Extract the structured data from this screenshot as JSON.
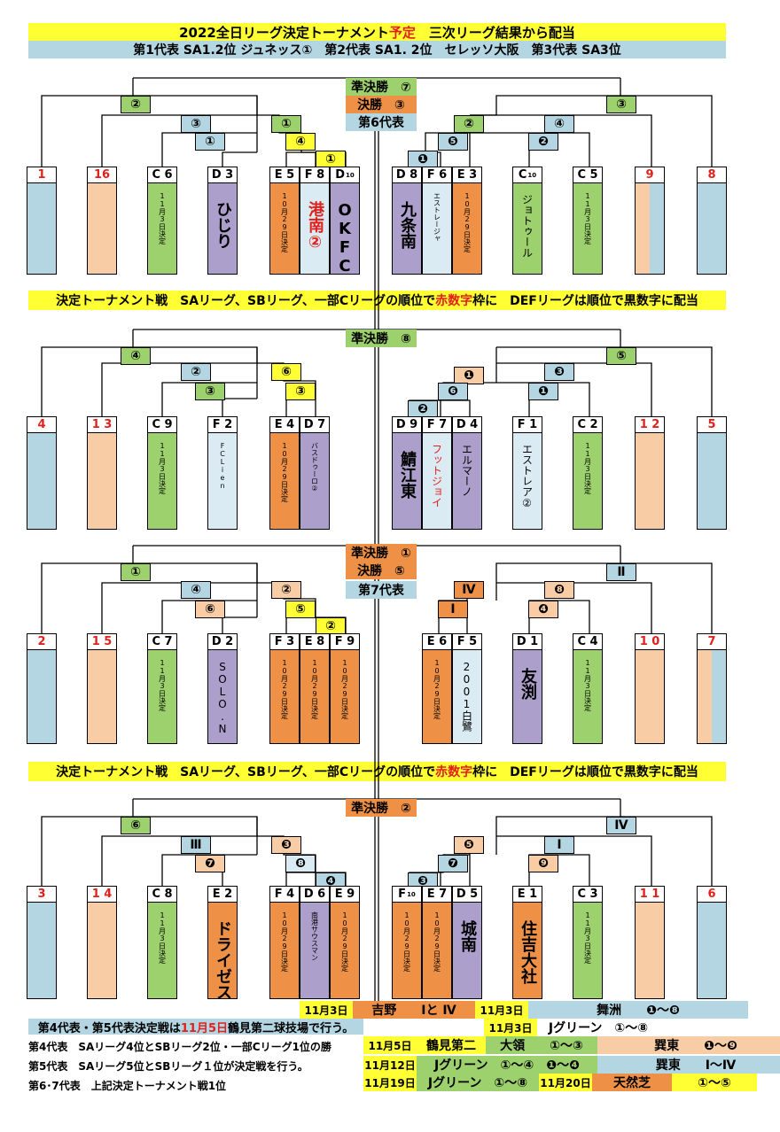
{
  "title": {
    "pre": "2022全日リーグ決定トーナメント",
    "red": "予定",
    "post": "　三次リーグ結果から配当"
  },
  "subtitle": "第1代表 SA1.2位 ジュネッス①　第2代表 SA1. 2位　セレッソ大阪　第3代表 SA3位",
  "notice": {
    "pre": "決定トーナメント戦　SAリーグ、SBリーグ、一部Cリーグの順位で",
    "red": "赤数字",
    "post": "枠に　DEFリーグは順位で黒数字に配当"
  },
  "colors": {
    "yellow": "#ffff33",
    "lightblue": "#b3d6e2",
    "green": "#9cd16d",
    "peach": "#f8cda6",
    "orange": "#ee9146",
    "purple": "#ac9fcb",
    "paleblue": "#dbebf3",
    "red": "#e0201b"
  },
  "sections": [
    {
      "center": [
        {
          "text": "準決勝　⑦",
          "color": "#9cd16d"
        },
        {
          "text": "決勝　③",
          "color": "#ee9146"
        },
        {
          "text": "第6代表",
          "color": "#b3d6e2"
        }
      ],
      "labels": [
        {
          "t": "②",
          "c": "#9cd16d"
        },
        {
          "t": "③",
          "c": "#b3d6e2"
        },
        {
          "t": "①",
          "c": "#b3d6e2"
        },
        {
          "t": "①",
          "c": "#9cd16d"
        },
        {
          "t": "④",
          "c": "#ffff33"
        },
        {
          "t": "①",
          "c": "#ffff33"
        },
        {
          "t": "③",
          "c": "#9cd16d"
        },
        {
          "t": "④",
          "c": "#b3d6e2"
        },
        {
          "t": "②",
          "c": "#9cd16d"
        },
        {
          "t": "❺",
          "c": "#b3d6e2"
        },
        {
          "t": "❷",
          "c": "#b3d6e2"
        },
        {
          "t": "❶",
          "c": "#b3d6e2"
        }
      ],
      "slots": [
        {
          "h": "1",
          "red": true,
          "c": "#b3d6e2",
          "b": ""
        },
        {
          "h": "16",
          "red": true,
          "c": "#f8cda6",
          "b": ""
        },
        {
          "h": "C 6",
          "c": "#9cd16d",
          "b": "11月3日決定",
          "s": "sm"
        },
        {
          "h": "D 3",
          "c": "#ac9fcb",
          "b": "ひじり",
          "s": "lg"
        },
        {
          "h": "E 5",
          "c": "#ee9146",
          "b": "10月29日決定",
          "s": "sm"
        },
        {
          "h": "F 8",
          "c": "#dbebf3",
          "b": "港南②",
          "s": "lg",
          "red": false,
          "bred": true
        },
        {
          "h": "D",
          "sub": "10",
          "c": "#ac9fcb",
          "b": "OKFC",
          "s": "lg"
        },
        {
          "h": "D 8",
          "c": "#ac9fcb",
          "b": "九条南",
          "s": "lg"
        },
        {
          "h": "F 6",
          "c": "#dbebf3",
          "b": "エストレージャ",
          "s": "sm"
        },
        {
          "h": "E 3",
          "c": "#ee9146",
          "b": "10月29日決定",
          "s": "sm"
        },
        {
          "h": "C",
          "sub": "10",
          "c": "#9cd16d",
          "b": "ジョトゥール",
          "s": "md"
        },
        {
          "h": "C 5",
          "c": "#9cd16d",
          "b": "11月3日決定",
          "s": "sm"
        },
        {
          "h": "9",
          "red": true,
          "c": "split",
          "b": ""
        },
        {
          "h": "8",
          "red": true,
          "c": "#b3d6e2",
          "b": ""
        }
      ]
    },
    {
      "center": [
        {
          "text": "準決勝　⑧",
          "color": "#9cd16d"
        }
      ],
      "labels": [
        {
          "t": "④",
          "c": "#9cd16d"
        },
        {
          "t": "②",
          "c": "#b3d6e2"
        },
        {
          "t": "③",
          "c": "#9cd16d"
        },
        {
          "t": "⑥",
          "c": "#ffff33"
        },
        {
          "t": "③",
          "c": "#ffff33"
        },
        {
          "t": "⑤",
          "c": "#9cd16d"
        },
        {
          "t": "❸",
          "c": "#b3d6e2"
        },
        {
          "t": "❶",
          "c": "#f8cda6"
        },
        {
          "t": "❻",
          "c": "#b3d6e2"
        },
        {
          "t": "❶",
          "c": "#b3d6e2"
        },
        {
          "t": "❷",
          "c": "#b3d6e2"
        }
      ],
      "slots": [
        {
          "h": "4",
          "red": true,
          "c": "#b3d6e2",
          "b": ""
        },
        {
          "h": "1 3",
          "red": true,
          "c": "#f8cda6",
          "b": ""
        },
        {
          "h": "C 9",
          "c": "#9cd16d",
          "b": "11月3日決定",
          "s": "sm"
        },
        {
          "h": "F 2",
          "c": "#dbebf3",
          "b": "FCLien",
          "s": "sm"
        },
        {
          "h": "E 4",
          "c": "#ee9146",
          "b": "10月29日決定",
          "s": "sm"
        },
        {
          "h": "D 7",
          "c": "#ac9fcb",
          "b": "バスドゥーロ②",
          "s": "sm"
        },
        {
          "h": "D 9",
          "c": "#ac9fcb",
          "b": "鯖江東",
          "s": "lg"
        },
        {
          "h": "F 7",
          "c": "#dbebf3",
          "b": "フットジョイ",
          "s": "md",
          "bred": true
        },
        {
          "h": "D 4",
          "c": "#ac9fcb",
          "b": "エルマーノ",
          "s": "md"
        },
        {
          "h": "F 1",
          "c": "#dbebf3",
          "b": "エストレア②",
          "s": "md"
        },
        {
          "h": "C 2",
          "c": "#9cd16d",
          "b": "11月3日決定",
          "s": "sm"
        },
        {
          "h": "1 2",
          "red": true,
          "c": "#f8cda6",
          "b": ""
        },
        {
          "h": "5",
          "red": true,
          "c": "#b3d6e2",
          "b": ""
        }
      ]
    },
    {
      "center": [
        {
          "text": "準決勝　①",
          "color": "#ee9146"
        },
        {
          "text": "決勝　⑤",
          "color": "#ee9146"
        },
        {
          "text": "第7代表",
          "color": "#b3d6e2"
        }
      ],
      "labels": [
        {
          "t": "①",
          "c": "#9cd16d"
        },
        {
          "t": "④",
          "c": "#b3d6e2"
        },
        {
          "t": "⑥",
          "c": "#f8cda6"
        },
        {
          "t": "②",
          "c": "#f8cda6"
        },
        {
          "t": "⑤",
          "c": "#ffff33"
        },
        {
          "t": "②",
          "c": "#ffff33"
        },
        {
          "t": "Ⅱ",
          "c": "#b3d6e2"
        },
        {
          "t": "❽",
          "c": "#f8cda6"
        },
        {
          "t": "Ⅳ",
          "c": "#ee9146"
        },
        {
          "t": "❹",
          "c": "#f8cda6"
        },
        {
          "t": "Ⅰ",
          "c": "#ee9146"
        }
      ],
      "slots": [
        {
          "h": "2",
          "red": true,
          "c": "#b3d6e2",
          "b": ""
        },
        {
          "h": "1 5",
          "red": true,
          "c": "#f8cda6",
          "b": ""
        },
        {
          "h": "C 7",
          "c": "#9cd16d",
          "b": "11月3日決定",
          "s": "sm"
        },
        {
          "h": "D 2",
          "c": "#ac9fcb",
          "b": "SOLO.N",
          "s": "md"
        },
        {
          "h": "F 3",
          "c": "#ee9146",
          "b": "10月29日決定",
          "s": "sm"
        },
        {
          "h": "E 8",
          "c": "#ee9146",
          "b": "10月29日決定",
          "s": "sm"
        },
        {
          "h": "F 9",
          "c": "#ee9146",
          "b": "10月29日決定",
          "s": "sm"
        },
        {
          "h": "E 6",
          "c": "#ee9146",
          "b": "10月29日決定",
          "s": "sm"
        },
        {
          "h": "F 5",
          "c": "#dbebf3",
          "b": "2001白鷺",
          "s": "md"
        },
        {
          "h": "D 1",
          "c": "#ac9fcb",
          "b": "友渕",
          "s": "lg"
        },
        {
          "h": "C 4",
          "c": "#9cd16d",
          "b": "11月3日決定",
          "s": "sm"
        },
        {
          "h": "1 0",
          "red": true,
          "c": "#f8cda6",
          "b": ""
        },
        {
          "h": "7",
          "red": true,
          "c": "split",
          "b": ""
        }
      ]
    },
    {
      "center": [
        {
          "text": "準決勝　②",
          "color": "#ee9146"
        }
      ],
      "labels": [
        {
          "t": "⑥",
          "c": "#9cd16d"
        },
        {
          "t": "Ⅲ",
          "c": "#b3d6e2"
        },
        {
          "t": "❼",
          "c": "#f8cda6"
        },
        {
          "t": "❸",
          "c": "#f8cda6"
        },
        {
          "t": "❽",
          "c": "#dbebf3"
        },
        {
          "t": "❹",
          "c": "#b3d6e2"
        },
        {
          "t": "Ⅳ",
          "c": "#b3d6e2"
        },
        {
          "t": "Ⅰ",
          "c": "#b3d6e2"
        },
        {
          "t": "❺",
          "c": "#f8cda6"
        },
        {
          "t": "❼",
          "c": "#b3d6e2"
        },
        {
          "t": "❾",
          "c": "#f8cda6"
        },
        {
          "t": "❸",
          "c": "#b3d6e2"
        }
      ],
      "slots": [
        {
          "h": "3",
          "red": true,
          "c": "#b3d6e2",
          "b": ""
        },
        {
          "h": "1 4",
          "red": true,
          "c": "#f8cda6",
          "b": ""
        },
        {
          "h": "C 8",
          "c": "#9cd16d",
          "b": "11月3日決定",
          "s": "sm"
        },
        {
          "h": "E 2",
          "c": "#ee9146",
          "b": "ドライゼスク",
          "s": "lg"
        },
        {
          "h": "F 4",
          "c": "#ee9146",
          "b": "10月29日決定",
          "s": "sm"
        },
        {
          "h": "D 6",
          "c": "#ac9fcb",
          "b": "南港サウスマン",
          "s": "sm"
        },
        {
          "h": "E 9",
          "c": "#ee9146",
          "b": "10月29日決定",
          "s": "sm"
        },
        {
          "h": "F",
          "sub": "10",
          "c": "#ee9146",
          "b": "10月29日決定",
          "s": "sm"
        },
        {
          "h": "E 7",
          "c": "#ee9146",
          "b": "10月29日決定",
          "s": "sm"
        },
        {
          "h": "D 5",
          "c": "#ac9fcb",
          "b": "城南",
          "s": "lg"
        },
        {
          "h": "E 1",
          "c": "#ee9146",
          "b": "住吉大社",
          "s": "lg"
        },
        {
          "h": "C 3",
          "c": "#9cd16d",
          "b": "11月3日決定",
          "s": "sm"
        },
        {
          "h": "1 1",
          "red": true,
          "c": "#f8cda6",
          "b": ""
        },
        {
          "h": "6",
          "red": true,
          "c": "#b3d6e2",
          "b": ""
        }
      ]
    }
  ],
  "footer": {
    "heading": {
      "pre": "第4代表・第5代表決定戦は",
      "red": "11月5日",
      "post": "鶴見第二球技場で行う。"
    },
    "notes": [
      "第4代表　SAリーグ4位とSBリーグ2位・一部Cリーグ1位の勝",
      "第5代表　SAリーグ5位とSBリーグ１位が決定戦を行う。",
      "第6･7代表　上記決定トーナメント戦1位"
    ],
    "row1": [
      {
        "t": "11月3日",
        "c": "#ffff33"
      },
      {
        "t": "吉野　　Ⅰと Ⅳ",
        "c": "#ee9146",
        "big": true
      },
      {
        "t": "11月3日",
        "c": "#ffff33"
      },
      {
        "t": "舞洲　　❶～❽",
        "c": "#b3d6e2",
        "big": true
      }
    ],
    "row2": [
      {
        "t": "11月3日",
        "c": "#ffff33"
      },
      {
        "t": "Jグリーン　①～⑧",
        "c": "#ffffff",
        "big": true
      }
    ],
    "row3": [
      {
        "t": "11月5日",
        "c": "#ffff33"
      },
      {
        "t": "鶴見第二",
        "c": "#ffff33",
        "big": true
      },
      {
        "t": "大領　　①～③",
        "c": "#9cd16d",
        "big": true
      },
      {
        "t": "巽東　　❶～❾",
        "c": "#f8cda6",
        "big": true
      }
    ],
    "row4": [
      {
        "t": "11月12日",
        "c": "#ffff33"
      },
      {
        "t": "Jグリーン　①～④　❶～❹",
        "c": "#9cd16d",
        "big": true
      },
      {
        "t": "巽東　　Ⅰ～Ⅳ",
        "c": "#b3d6e2",
        "big": true
      }
    ],
    "row5": [
      {
        "t": "11月19日",
        "c": "#ffff33"
      },
      {
        "t": "Jグリーン　①～⑧",
        "c": "#9cd16d",
        "big": true
      },
      {
        "t": "11月20日",
        "c": "#ffff33"
      },
      {
        "t": "天然芝",
        "c": "#ee9146",
        "big": true
      },
      {
        "t": "①～⑤",
        "c": "#ffff33",
        "big": true
      }
    ]
  }
}
